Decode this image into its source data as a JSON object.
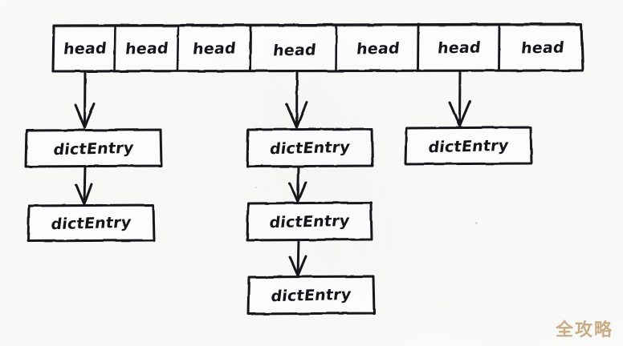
{
  "diagram": {
    "title": "dictEntry hash table diagram",
    "style": "hand-drawn sketch",
    "background_color": "#fbfbfa",
    "ink_color": "#15161a",
    "bucket_array": {
      "name": "head-array",
      "cell_count": 7,
      "cells": [
        {
          "label": "head",
          "index": 0,
          "has_chain": true
        },
        {
          "label": "head",
          "index": 1,
          "has_chain": false
        },
        {
          "label": "head",
          "index": 2,
          "has_chain": false
        },
        {
          "label": "head",
          "index": 3,
          "has_chain": true
        },
        {
          "label": "head",
          "index": 4,
          "has_chain": false
        },
        {
          "label": "head",
          "index": 5,
          "has_chain": true
        },
        {
          "label": "head",
          "index": 6,
          "has_chain": false
        }
      ]
    },
    "chains": [
      {
        "name": "chain-left",
        "from_cell_index": 0,
        "length": 2,
        "nodes": [
          {
            "label": "dictEntry"
          },
          {
            "label": "dictEntry"
          }
        ]
      },
      {
        "name": "chain-middle",
        "from_cell_index": 3,
        "length": 3,
        "nodes": [
          {
            "label": "dictEntry"
          },
          {
            "label": "dictEntry"
          },
          {
            "label": "dictEntry"
          }
        ]
      },
      {
        "name": "chain-right",
        "from_cell_index": 5,
        "length": 1,
        "nodes": [
          {
            "label": "dictEntry"
          }
        ]
      }
    ]
  },
  "watermark": {
    "text": "全攻略",
    "color": "#c7a980"
  }
}
